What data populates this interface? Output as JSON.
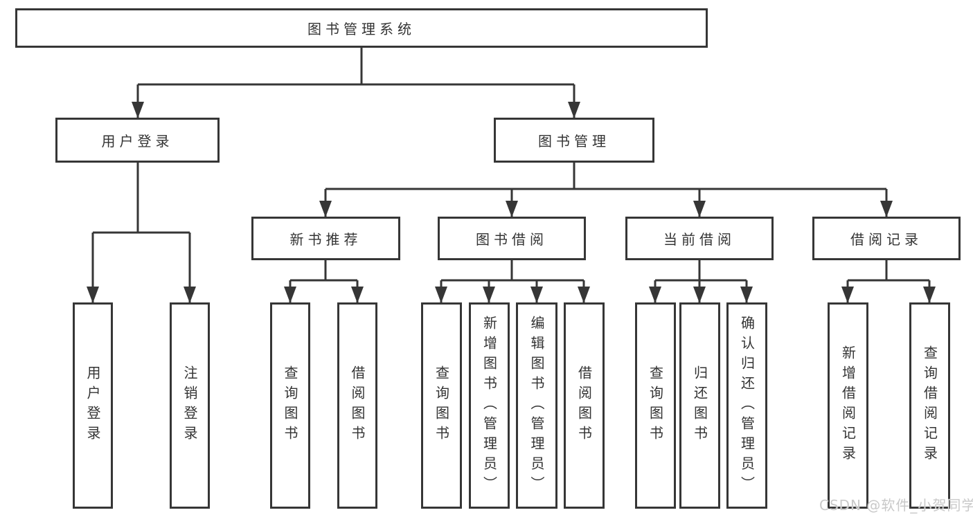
{
  "watermark": "CSDN @软件_小贺同学",
  "colors": {
    "line": "#363636",
    "box_border": "#363636",
    "text": "#333333",
    "watermark": "#c9c9c9",
    "background": "#ffffff"
  },
  "tree": {
    "label": "图书管理系统",
    "children": [
      {
        "label": "用户登录",
        "children": [
          {
            "label": "用户登录"
          },
          {
            "label": "注销登录"
          }
        ]
      },
      {
        "label": "图书管理",
        "children": [
          {
            "label": "新书推荐",
            "children": [
              {
                "label": "查询图书"
              },
              {
                "label": "借阅图书"
              }
            ]
          },
          {
            "label": "图书借阅",
            "children": [
              {
                "label": "查询图书"
              },
              {
                "label": "新增图书（管理员）"
              },
              {
                "label": "编辑图书（管理员）"
              },
              {
                "label": "借阅图书"
              }
            ]
          },
          {
            "label": "当前借阅",
            "children": [
              {
                "label": "查询图书"
              },
              {
                "label": "归还图书"
              },
              {
                "label": "确认归还（管理员）"
              }
            ]
          },
          {
            "label": "借阅记录",
            "children": [
              {
                "label": "新增借阅记录"
              },
              {
                "label": "查询借阅记录"
              }
            ]
          }
        ]
      }
    ]
  }
}
